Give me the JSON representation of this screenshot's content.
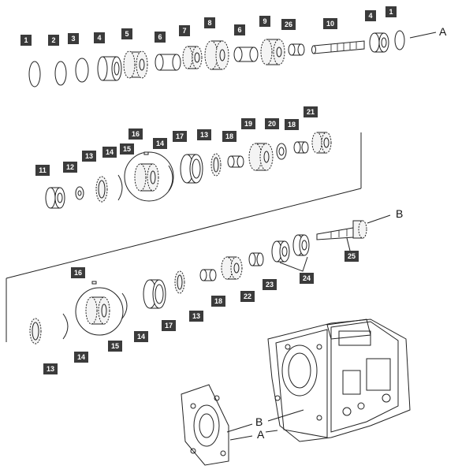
{
  "diagram": {
    "callouts": {
      "row1": [
        "1",
        "2",
        "3",
        "4",
        "5",
        "6",
        "7",
        "8",
        "6",
        "9",
        "26",
        "10",
        "4",
        "1"
      ],
      "row2": [
        "16",
        "15",
        "14",
        "17",
        "13",
        "18",
        "19",
        "20",
        "18",
        "21",
        "11",
        "12",
        "13",
        "14"
      ],
      "row3": [
        "16",
        "17",
        "13",
        "18",
        "22",
        "23",
        "24",
        "25",
        "13",
        "14",
        "15",
        "14"
      ]
    },
    "edge_labels": {
      "a_top": "A",
      "b_shaft": "B",
      "b_housing": "B",
      "a_housing": "A"
    }
  }
}
